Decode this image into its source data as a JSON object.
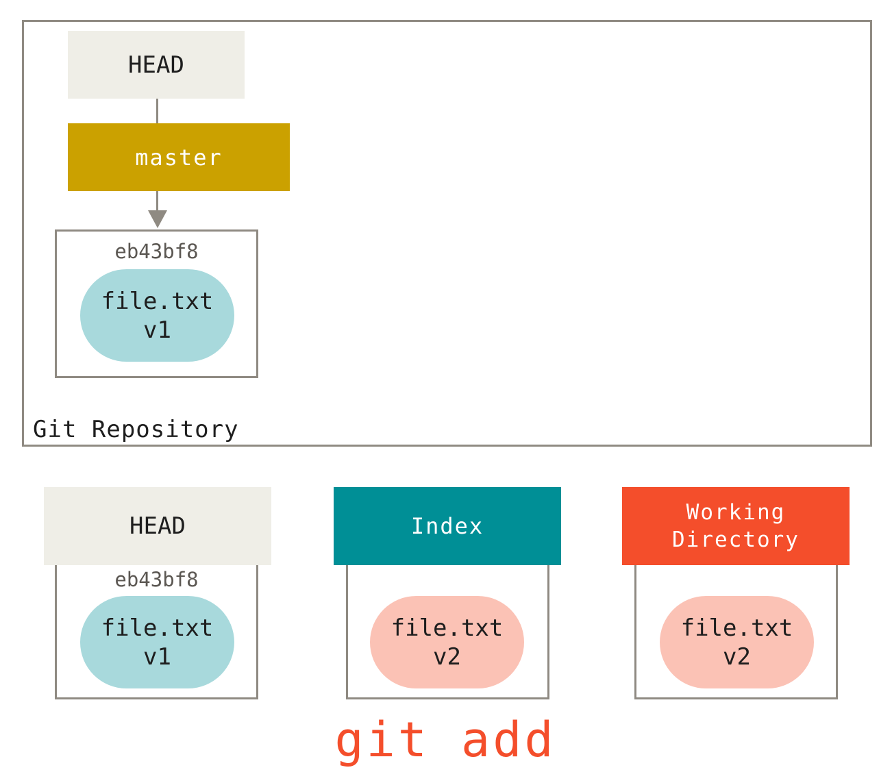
{
  "repository": {
    "label": "Git Repository",
    "head_label": "HEAD",
    "branch_label": "master",
    "commit": {
      "sha": "eb43bf8",
      "file_name": "file.txt",
      "file_version": "v1"
    }
  },
  "trees": {
    "head": {
      "header": "HEAD",
      "sha": "eb43bf8",
      "file_name": "file.txt",
      "file_version": "v1"
    },
    "index": {
      "header": "Index",
      "file_name": "file.txt",
      "file_version": "v2"
    },
    "working_directory": {
      "header_line1": "Working",
      "header_line2": "Directory",
      "file_name": "file.txt",
      "file_version": "v2"
    }
  },
  "command": "git add",
  "colors": {
    "frame_gray": "#8f8a82",
    "head_bg": "#efeee7",
    "master_bg": "#cba100",
    "index_bg": "#008f96",
    "working_dir_bg": "#f44e2b",
    "blob_v1": "#a8d9dc",
    "blob_v2": "#fbc2b5",
    "command_text": "#f44e2b"
  }
}
